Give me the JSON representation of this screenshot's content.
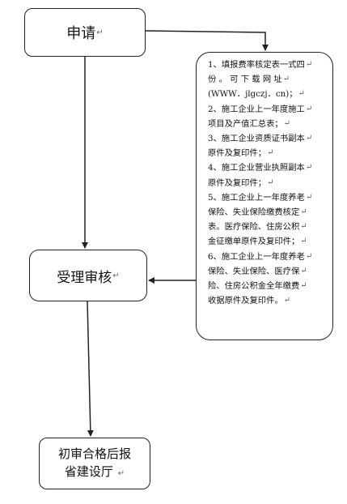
{
  "nodes": {
    "apply": "申请",
    "review": "受理审核",
    "final_line1": "初审合格后报",
    "final_line2": "省建设厅",
    "return_mark": "↵"
  },
  "documents": [
    "1、填报费率核定表一式四",
    "份 。 可 下 载 网 址",
    "(WWW．jlgczj．cn)；",
    "2、施工企业上一年度施工",
    "项目及产值汇总表；",
    "3、施工企业资质证书副本",
    "原件及复印件；",
    "4、施工企业营业执照副本",
    "原件及复印件；",
    "5、施工企业上一年度养老",
    "保险、失业保险缴费核定",
    "表。医疗保险、住房公积",
    "金征缴单原件及复印件；",
    "6、施工企业上一年度养老",
    "保险、失业保险、医疗保",
    "险、住房公积金全年缴费",
    "收据原件及复印件。"
  ]
}
